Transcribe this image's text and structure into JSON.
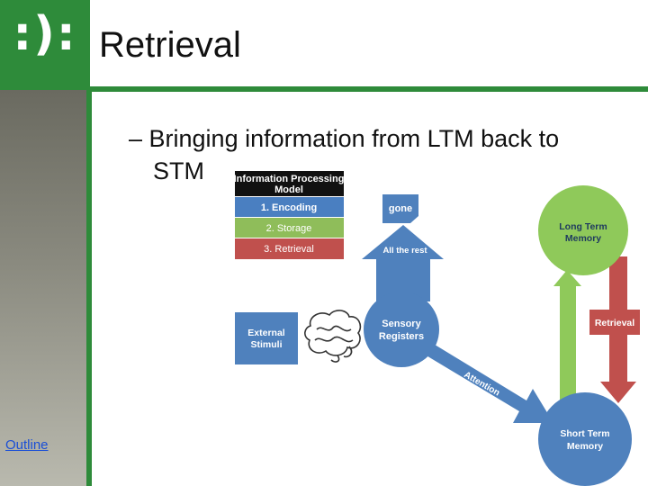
{
  "slide": {
    "logo_text": ":):",
    "title": "Retrieval",
    "bullet_line1": "– Bringing information from LTM back to",
    "bullet_line2": "STM",
    "outline_link": "Outline"
  },
  "diagram": {
    "legend": {
      "title_line1": "Information Processing",
      "title_line2": "Model",
      "steps": [
        "1. Encoding",
        "2. Storage",
        "3. Retrieval"
      ]
    },
    "nodes": {
      "gone": "gone",
      "all_the_rest": "All the rest",
      "external_line1": "External",
      "external_line2": "Stimuli",
      "sensory_line1": "Sensory",
      "sensory_line2": "Registers",
      "attention": "Attention",
      "ltm_line1": "Long Term",
      "ltm_line2": "Memory",
      "stm_line1": "Short Term",
      "stm_line2": "Memory",
      "retrieval": "Retrieval"
    },
    "colors": {
      "legend_title_bg": "#111111",
      "encoding": "#4a7fc1",
      "storage": "#8fbd5a",
      "retrieval": "#c0504d",
      "node_blue": "#4f81bd",
      "node_green": "#8fc95a",
      "arrow_red": "#c0504d",
      "brand_green": "#2e8b3a"
    }
  }
}
